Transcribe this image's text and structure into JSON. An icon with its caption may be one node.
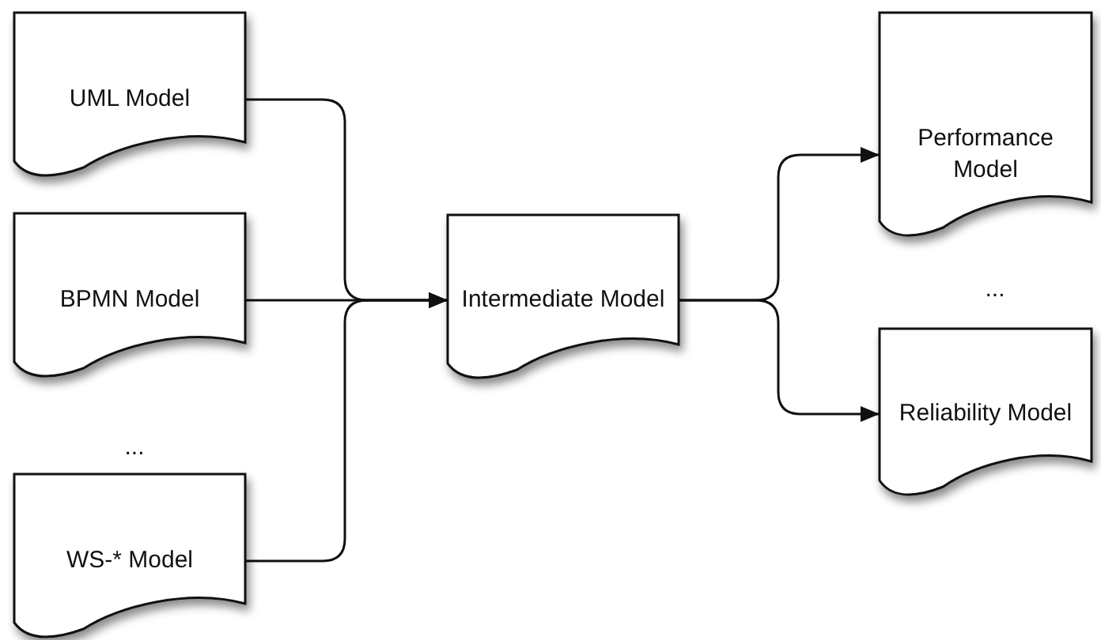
{
  "diagram": {
    "nodes": [
      {
        "text": [
          "UML Model"
        ]
      },
      {
        "text": [
          "BPMN Model"
        ]
      },
      {
        "text": [
          "WS-* Model"
        ]
      },
      {
        "text": [
          "Intermediate Model"
        ]
      },
      {
        "text": [
          "Performance Model"
        ]
      },
      {
        "text": [
          "Reliability Model"
        ]
      }
    ],
    "edges": [
      {
        "from": 0,
        "to": 3,
        "arrow": "to"
      },
      {
        "from": 1,
        "to": 3,
        "arrow": "to"
      },
      {
        "from": 2,
        "to": 3,
        "arrow": "to"
      },
      {
        "from": 3,
        "to": 4,
        "arrow": "to"
      },
      {
        "from": 3,
        "to": 5,
        "arrow": "to"
      }
    ],
    "labels": [
      "...",
      "..."
    ]
  }
}
